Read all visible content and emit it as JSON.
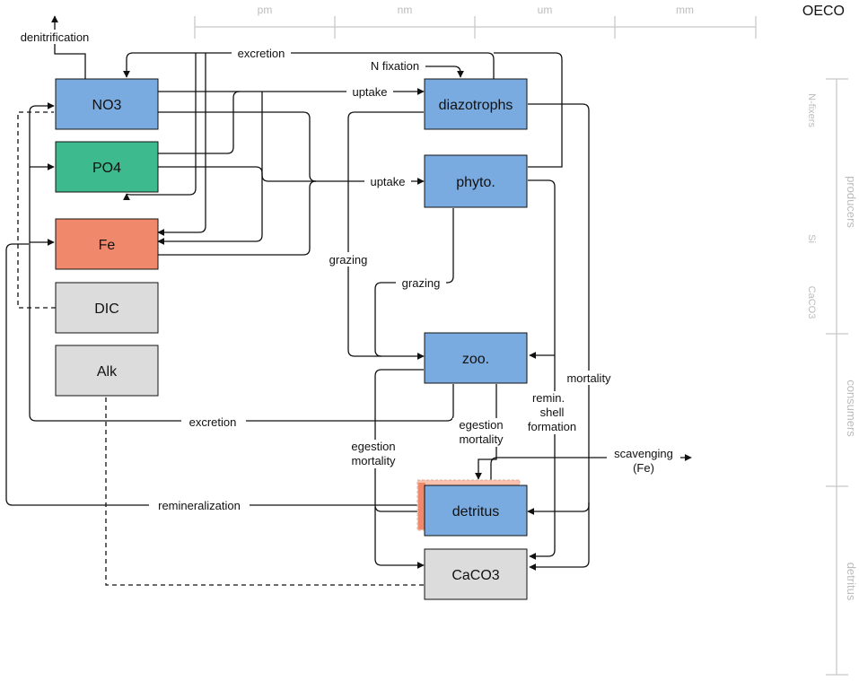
{
  "title": "OECO",
  "size_scale": [
    "pm",
    "nm",
    "um",
    "mm"
  ],
  "side_groups": {
    "producers": "producers",
    "n_fixers": "N-fixers",
    "si": "Si",
    "caco3": "CaCO3",
    "consumers": "consumers",
    "detritus": "detritus"
  },
  "boxes": {
    "no3": "NO3",
    "po4": "PO4",
    "fe": "Fe",
    "dic": "DIC",
    "alk": "Alk",
    "diazotrophs": "diazotrophs",
    "phyto": "phyto.",
    "zoo": "zoo.",
    "detritus": "detritus",
    "caco3": "CaCO3"
  },
  "colors": {
    "blue": "#7aabe0",
    "green": "#3dba8e",
    "orange": "#f0896c",
    "gray": "#dcdcdc",
    "salmon_light": "#f7c1ae"
  },
  "labels": {
    "denitrification": "denitrification",
    "excretion_top": "excretion",
    "n_fixation": "N fixation",
    "uptake_top": "uptake",
    "uptake_mid": "uptake",
    "grazing_left": "grazing",
    "grazing_mid": "grazing",
    "mortality": "mortality",
    "remin": "remin.",
    "shell": "shell",
    "formation": "formation",
    "excretion_bottom": "excretion",
    "egestion_left": "egestion",
    "mortality_left": "mortality",
    "egestion_mid": "egestion",
    "mortality_mid": "mortality",
    "scavenging": "scavenging",
    "scavenging_fe": "(Fe)",
    "remineralization": "remineralization"
  }
}
